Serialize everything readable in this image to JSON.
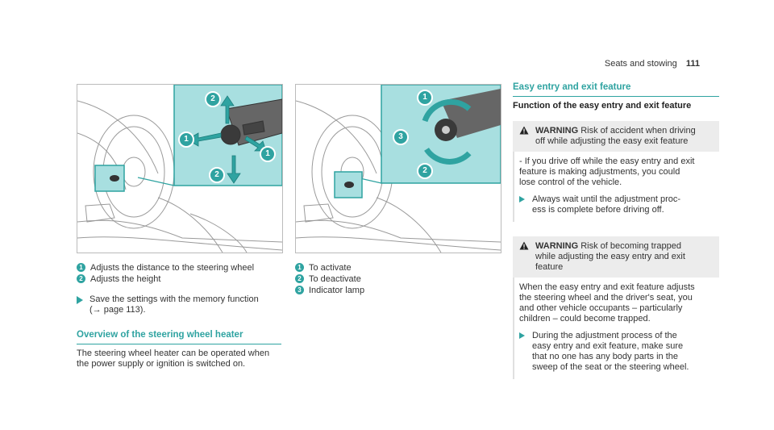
{
  "header": {
    "section": "Seats and stowing",
    "page": "111"
  },
  "figure1": {
    "callouts": [
      "2",
      "1",
      "1",
      "2"
    ]
  },
  "figure2": {
    "callouts": [
      "1",
      "3",
      "2"
    ]
  },
  "legend1": [
    {
      "num": "1",
      "text": "Adjusts the distance to the steering wheel"
    },
    {
      "num": "2",
      "text": "Adjusts the height"
    }
  ],
  "step1": {
    "line1": "Save the settings with the memory function",
    "line2": "(→ page 113)."
  },
  "heater": {
    "title": "Overview of the steering wheel heater",
    "line1": "The steering wheel heater can be operated when",
    "line2": "the power supply or ignition is switched on."
  },
  "legend2": [
    {
      "num": "1",
      "text": "To activate"
    },
    {
      "num": "2",
      "text": "To deactivate"
    },
    {
      "num": "3",
      "text": "Indicator lamp"
    }
  ],
  "easy": {
    "title": "Easy entry and exit feature",
    "subtitle": "Function of the easy entry and exit feature",
    "warning1": {
      "label": "WARNING",
      "head1": "Risk of accident when driving",
      "head2": "off while adjusting the easy exit feature",
      "body": [
        "- If you drive off while the easy entry and exit",
        "feature is making adjustments, you could",
        "lose control of the vehicle."
      ],
      "step": [
        "Always wait until the adjustment proc-",
        "ess is complete before driving off."
      ]
    },
    "warning2": {
      "label": "WARNING",
      "head1": "Risk of becoming trapped",
      "head2": "while adjusting the easy entry and exit",
      "head3": "feature",
      "body": [
        "When the easy entry and exit feature adjusts",
        "the steering wheel and the driver's seat, you",
        "and other vehicle occupants – particularly",
        "children – could become trapped."
      ],
      "step": [
        "During the adjustment process of the",
        "easy entry and exit feature, make sure",
        "that no one has any body parts in the",
        "sweep of the seat or the steering wheel."
      ]
    }
  },
  "colors": {
    "accent": "#2fa3a1",
    "panel": "#a8dfe0"
  }
}
